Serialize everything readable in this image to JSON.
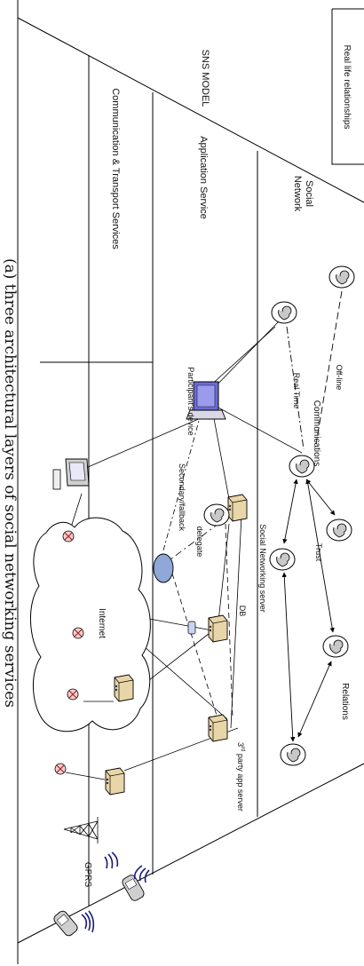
{
  "texts": {
    "real_life": "Real life relationships",
    "sns_model": "SNS MODEL",
    "social_network_1": "Social",
    "social_network_2": "Network",
    "application_service": "Application Service",
    "comm_transport": "Communication & Transport Services",
    "communications": "Communications",
    "offline": "Off-line",
    "real_time": "Real Time",
    "trust": "Trust",
    "relations": "Relations",
    "participants_device": "Participant's device",
    "secondary_fallback": "Secondary/fallback",
    "delegate": "delegate",
    "sn_server": "Social Networking server",
    "db": "DB",
    "third_party_a": "3",
    "third_party_sup": "rd",
    "third_party_b": " party app server",
    "internet": "Internet",
    "gprs": "GPRS",
    "caption": "(a) three architectural layers of social networking services"
  },
  "icons": [
    "person-icon",
    "laptop-icon",
    "server-icon",
    "database-icon",
    "router-icon",
    "cloud-icon",
    "antenna-icon",
    "mobile-phone-icon",
    "desktop-computer-icon"
  ],
  "colors": {
    "line": "#000000",
    "person_fill": "#c8c8c8",
    "server_fill": "#e8d6a8",
    "laptop_screen": "#6b6bd6",
    "delegate_fill": "#8fa8d8",
    "router_fill": "#f2d0d0",
    "antenna_arc": "#1a1a7a"
  }
}
